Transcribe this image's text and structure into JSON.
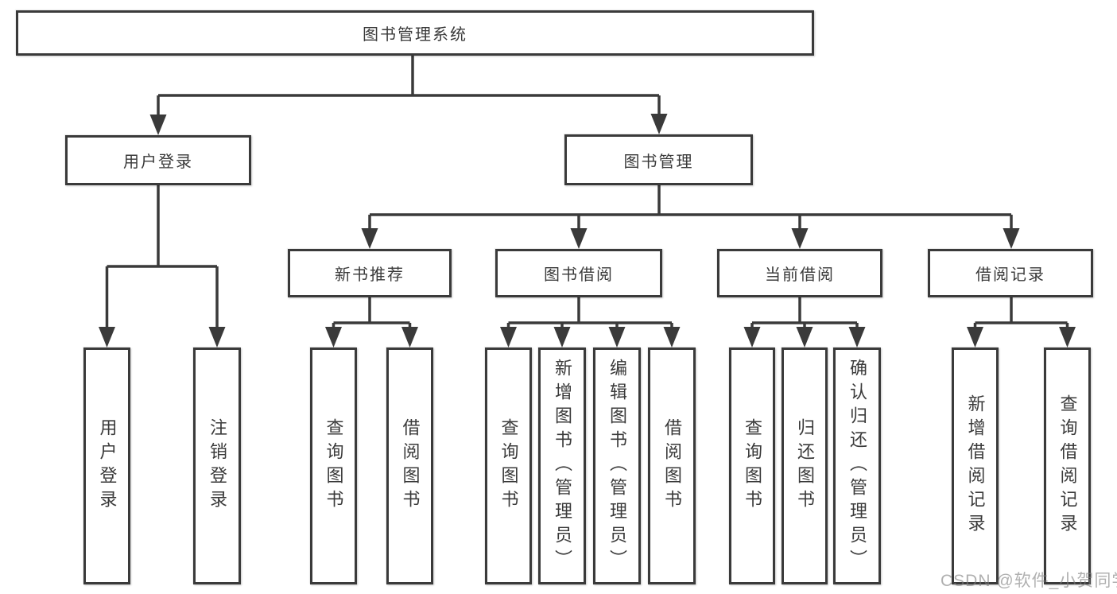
{
  "diagram_title": "图书管理系统",
  "tree": {
    "root": {
      "label": "图书管理系统"
    },
    "level2": [
      {
        "label": "用户登录"
      },
      {
        "label": "图书管理"
      }
    ],
    "level3": [
      {
        "label": "新书推荐",
        "parent": "图书管理"
      },
      {
        "label": "图书借阅",
        "parent": "图书管理"
      },
      {
        "label": "当前借阅",
        "parent": "图书管理"
      },
      {
        "label": "借阅记录",
        "parent": "图书管理"
      }
    ],
    "leaves": [
      {
        "label": "用户登录",
        "parent": "用户登录"
      },
      {
        "label": "注销登录",
        "parent": "用户登录"
      },
      {
        "label": "查询图书",
        "parent": "新书推荐"
      },
      {
        "label": "借阅图书",
        "parent": "新书推荐"
      },
      {
        "label": "查询图书",
        "parent": "图书借阅"
      },
      {
        "label": "新增图书（管理员）",
        "parent": "图书借阅"
      },
      {
        "label": "编辑图书（管理员）",
        "parent": "图书借阅"
      },
      {
        "label": "借阅图书",
        "parent": "图书借阅"
      },
      {
        "label": "查询图书",
        "parent": "当前借阅"
      },
      {
        "label": "归还图书",
        "parent": "当前借阅"
      },
      {
        "label": "确认归还（管理员）",
        "parent": "当前借阅"
      },
      {
        "label": "新增借阅记录",
        "parent": "借阅记录"
      },
      {
        "label": "查询借阅记录",
        "parent": "借阅记录"
      }
    ]
  },
  "watermark": {
    "text": "CSDN @软件_小贺同学"
  },
  "colors": {
    "line": "#3a3a3a",
    "text": "#3a3a3a",
    "background": "#ffffff",
    "watermark": "#808080"
  }
}
